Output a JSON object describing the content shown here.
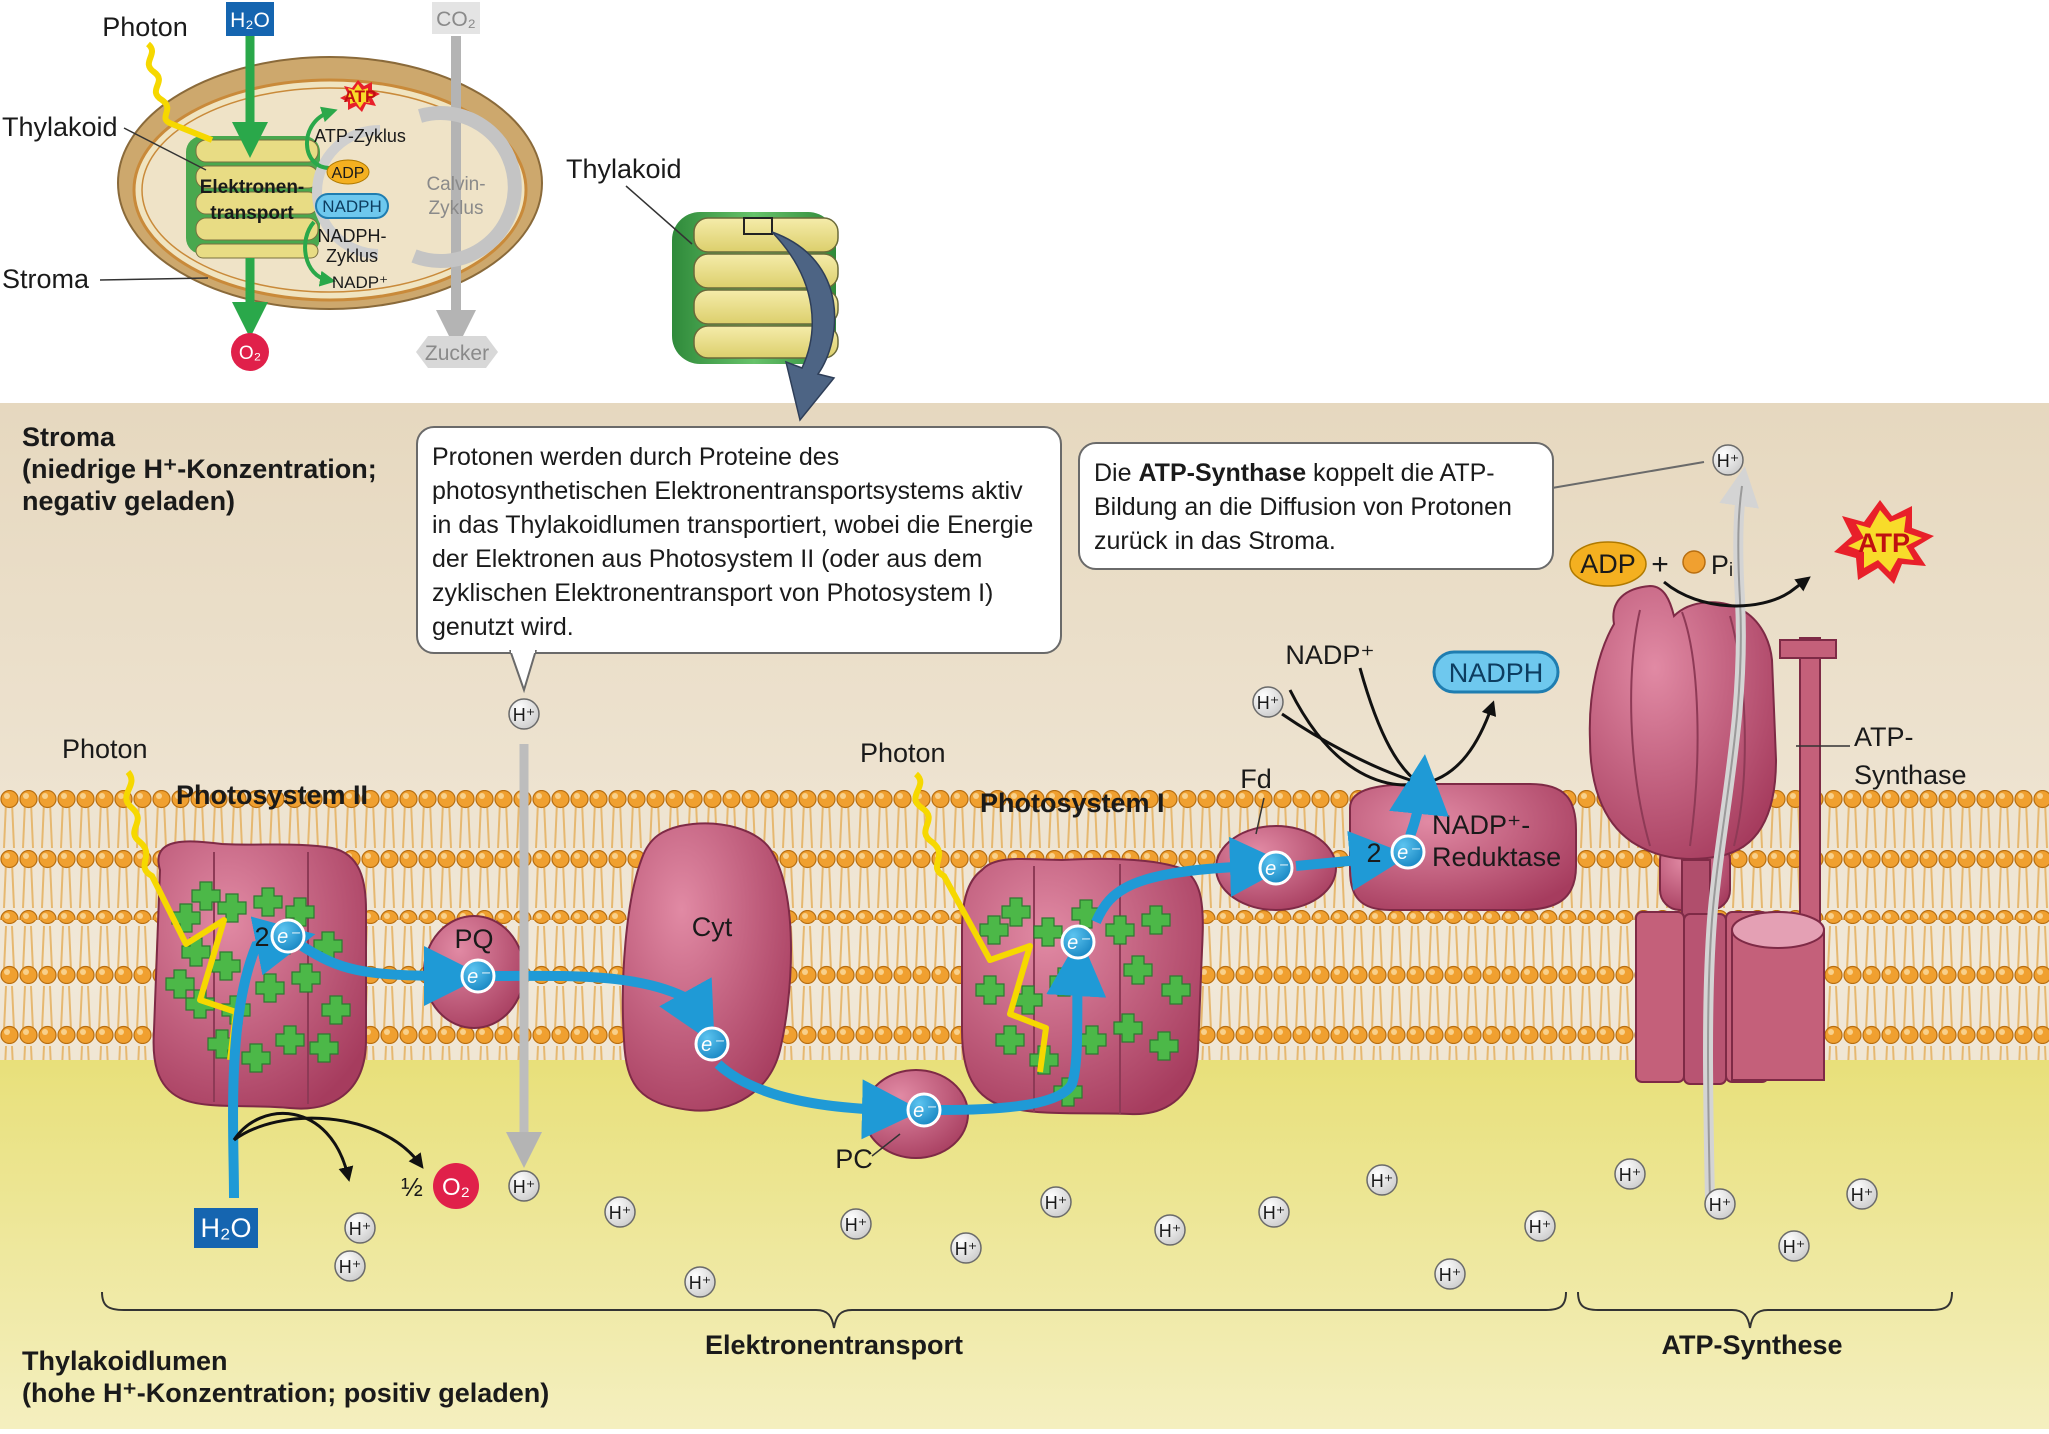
{
  "inset": {
    "photon": "Photon",
    "thylakoid": "Thylakoid",
    "stroma": "Stroma",
    "h2o": "H₂O",
    "co2": "CO₂",
    "o2": "O₂",
    "zucker": "Zucker",
    "atp": "ATP",
    "atp_cycle": "ATP-Zyklus",
    "adp": "ADP",
    "nadph": "NADPH",
    "nadph_cycle_1": "NADPH-",
    "nadph_cycle_2": "Zyklus",
    "nadp_plus": "NADP⁺",
    "calvin_1": "Calvin-",
    "calvin_2": "Zyklus",
    "et_1": "Elektronen-",
    "et_2": "transport"
  },
  "stack": {
    "thylakoid": "Thylakoid"
  },
  "regions": {
    "stroma_1": "Stroma",
    "stroma_2": "(niedrige H⁺-Konzentration;",
    "stroma_3": "negativ geladen)",
    "lumen_1": "Thylakoidlumen",
    "lumen_2": "(hohe H⁺-Konzentration; positiv geladen)",
    "et_section": "Elektronentransport",
    "atp_section": "ATP-Synthese"
  },
  "callouts": {
    "left": "Protonen werden durch Proteine des photosynthetischen Elektronentransportsystems aktiv in das Thylakoidlumen transportiert, wobei die Energie der Elektronen aus Photosystem II (oder aus dem zyklischen Elektronentransport von Photosystem I) genutzt wird.",
    "right_prefix": "Die ",
    "right_bold": "ATP-Synthase",
    "right_suffix": " koppelt die ATP-Bildung an die Diffusion von Protonen zurück in das Stroma."
  },
  "labels": {
    "photon_1": "Photon",
    "photon_2": "Photon",
    "ps2": "Photosystem II",
    "ps1": "Photosystem I",
    "pq": "PQ",
    "cyt": "Cyt",
    "pc": "PC",
    "fd": "Fd",
    "reductase_1": "NADP⁺-",
    "reductase_2": "Reduktase",
    "nadp_plus": "NADP⁺",
    "nadph": "NADPH",
    "atp_synthase_1": "ATP-",
    "atp_synthase_2": "Synthase",
    "adp": "ADP",
    "plus": "+",
    "pi": "Pᵢ",
    "atp": "ATP",
    "h2o": "H₂O",
    "o2": "O₂",
    "half": "½",
    "two": "2",
    "electron": "e⁻",
    "proton": "H⁺"
  },
  "colors": {
    "stroma": "#efe3cf",
    "lumen": "#ebe27a",
    "lipid_head": "#f0a030",
    "protein": "#c4607a",
    "electron": "#1f9ad6",
    "water_box": "#1565b0",
    "o2": "#e0204a",
    "chlorophyll": "#4cb848",
    "photon": "#f6d800"
  }
}
